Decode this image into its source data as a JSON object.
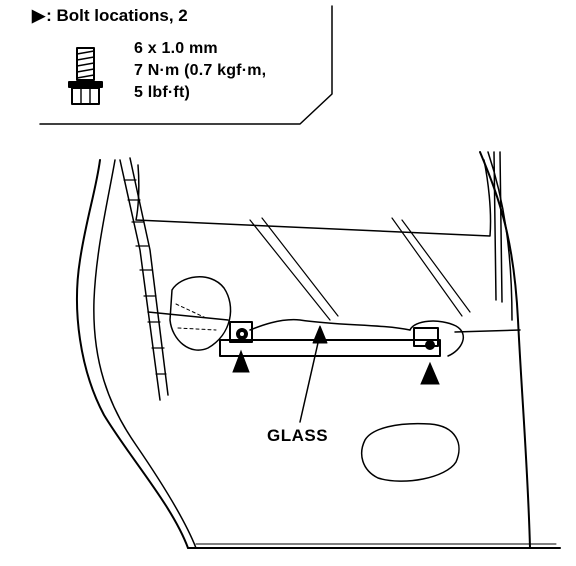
{
  "legend": {
    "marker_symbol": "▶",
    "title": ": Bolt locations, 2",
    "spec_size": "6 x 1.0 mm",
    "spec_torque_line1": "7 N·m (0.7 kgf·m,",
    "spec_torque_line2": "5 lbf·ft)"
  },
  "callouts": {
    "glass": "GLASS"
  },
  "icons": [
    "bolt-icon",
    "bolt-location-marker-icon"
  ]
}
